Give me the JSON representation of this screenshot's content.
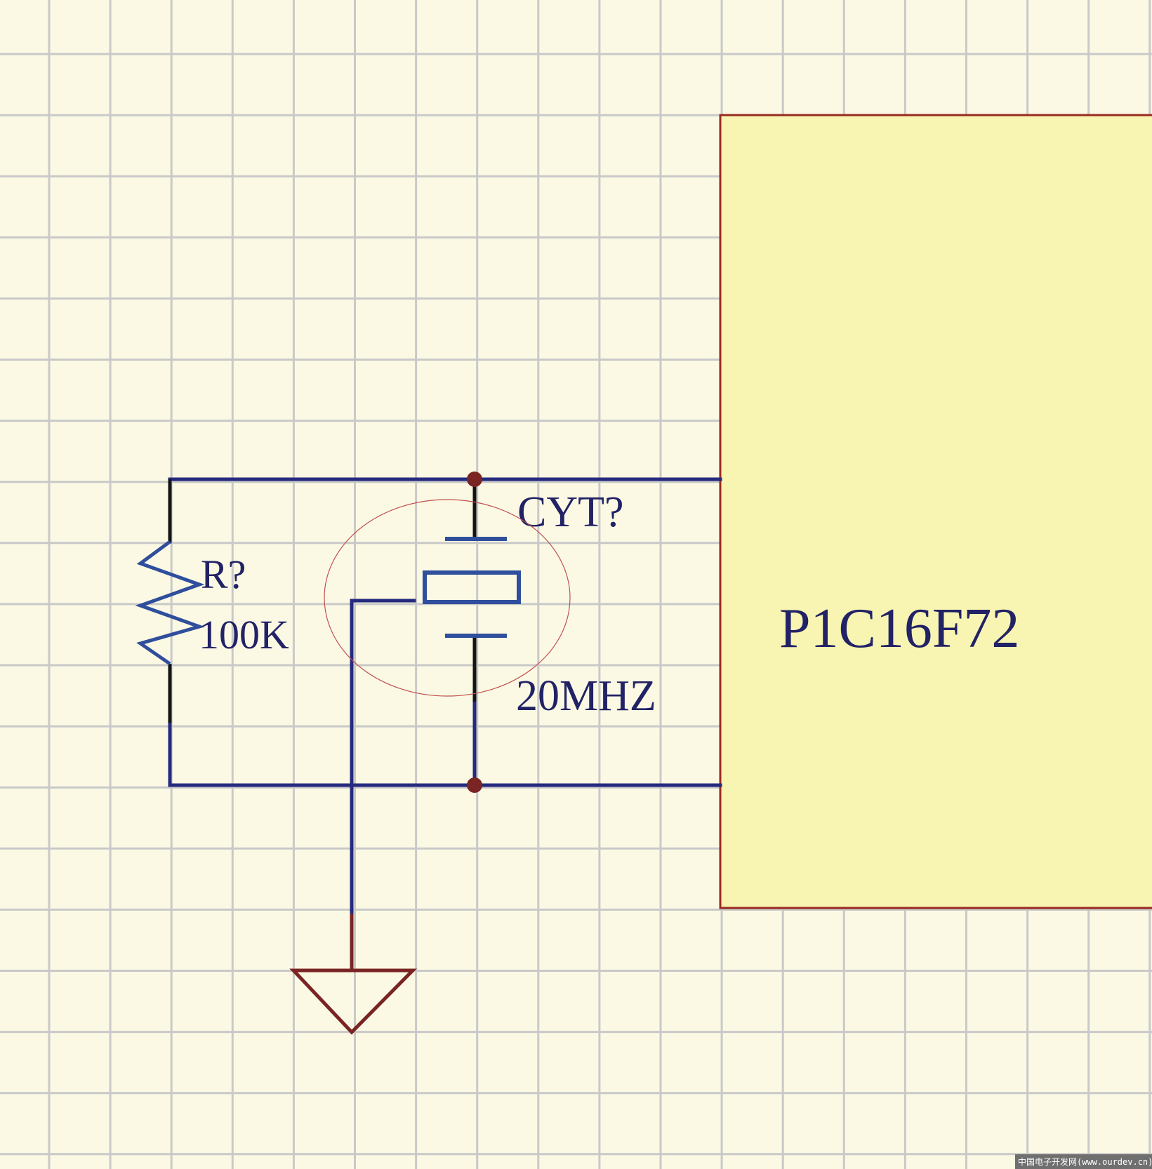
{
  "components": {
    "resistor": {
      "designator": "R?",
      "value": "100K"
    },
    "crystal": {
      "designator": "CYT?",
      "value": "20MHZ"
    },
    "mcu": {
      "part_name": "P1C16F72"
    }
  },
  "watermark": "中国电子开发网(www.ourdev.cn)",
  "colors": {
    "background": "#FBF9E4",
    "grid": "#C9C9C9",
    "wire": "#262A7E",
    "component_outline": "#2F4E9C",
    "pin_line": "#151515",
    "junction": "#7A2424",
    "ground_symbol": "#7A2424",
    "ic_fill": "#F8F4B2",
    "ic_border": "#9A2A20",
    "highlight_circle": "#C05050",
    "label_text": "#222266"
  }
}
